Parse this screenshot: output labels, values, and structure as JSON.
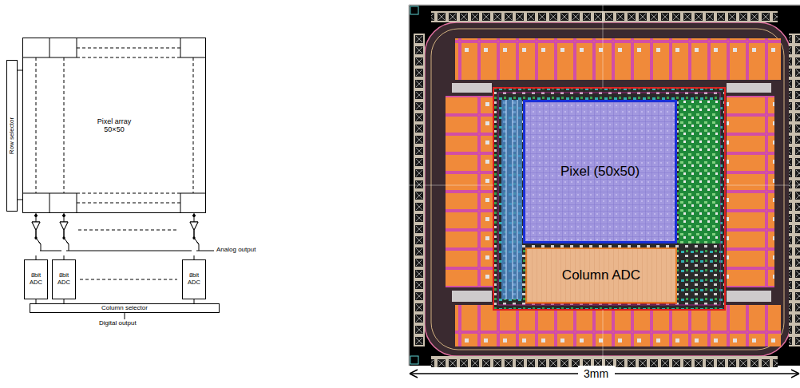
{
  "diagram": {
    "nodes": [
      {
        "text": [
          "Row selector"
        ]
      },
      {
        "text": [
          "Pixel array 50×50"
        ]
      },
      {
        "text": [
          "8bit ADC"
        ]
      },
      {
        "text": [
          "8bit ADC"
        ]
      },
      {
        "text": [
          "8bit ADC"
        ]
      },
      {
        "text": [
          "Column selector"
        ]
      },
      {
        "text": [
          "Pixel (50x50)"
        ]
      },
      {
        "text": [
          "Column ADC"
        ]
      }
    ],
    "edges": [
      {
        "from": 0,
        "to": 1,
        "arrow": "none"
      },
      {
        "from": 0,
        "to": 1,
        "arrow": "none"
      },
      {
        "from": 1,
        "to": 2,
        "arrow": "none"
      },
      {
        "from": 1,
        "to": 3,
        "arrow": "none"
      },
      {
        "from": 1,
        "to": 4,
        "arrow": "none"
      },
      {
        "from": 2,
        "to": 5,
        "arrow": "none"
      },
      {
        "from": 3,
        "to": 5,
        "arrow": "none"
      },
      {
        "from": 4,
        "to": 5,
        "arrow": "none"
      }
    ],
    "labels": [
      "Analog output",
      "Digital output",
      "3mm"
    ]
  }
}
